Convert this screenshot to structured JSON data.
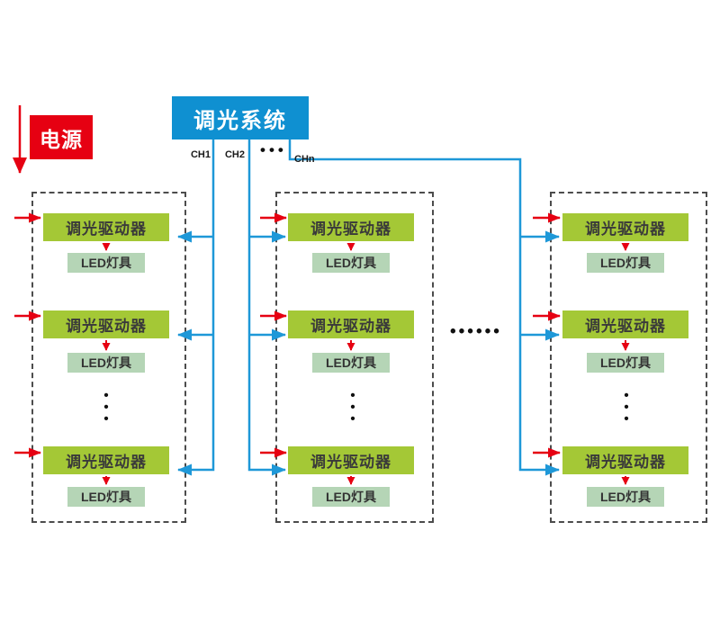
{
  "colors": {
    "system_blue": "#0f90d1",
    "line_blue": "#1e98d8",
    "signal_red": "#e60012",
    "driver_green": "#a4c836",
    "led_green": "#b5d5b6",
    "dashed_border": "#4c4c4c"
  },
  "system": {
    "label": "调光系统"
  },
  "power": {
    "label": "电源"
  },
  "channels": {
    "ch1": "CH1",
    "ch2": "CH2",
    "chn": "CHn"
  },
  "dots": {
    "channel": "•••",
    "between_groups": "••••••",
    "vertical": "•\n•\n•"
  },
  "groups": [
    {
      "name": "group-1",
      "units": [
        {
          "driver": "调光驱动器",
          "led": "LED灯具"
        },
        {
          "driver": "调光驱动器",
          "led": "LED灯具"
        },
        {
          "driver": "调光驱动器",
          "led": "LED灯具"
        }
      ]
    },
    {
      "name": "group-2",
      "units": [
        {
          "driver": "调光驱动器",
          "led": "LED灯具"
        },
        {
          "driver": "调光驱动器",
          "led": "LED灯具"
        },
        {
          "driver": "调光驱动器",
          "led": "LED灯具"
        }
      ]
    },
    {
      "name": "group-3",
      "units": [
        {
          "driver": "调光驱动器",
          "led": "LED灯具"
        },
        {
          "driver": "调光驱动器",
          "led": "LED灯具"
        },
        {
          "driver": "调光驱动器",
          "led": "LED灯具"
        }
      ]
    }
  ]
}
